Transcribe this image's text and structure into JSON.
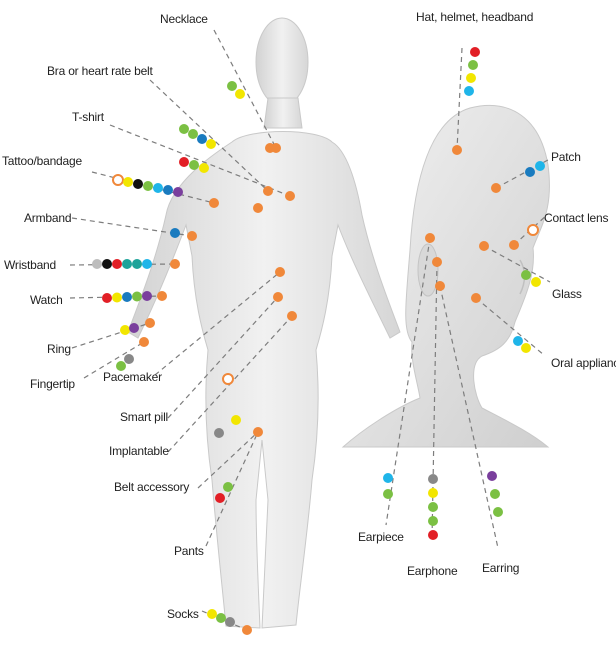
{
  "colors": {
    "orange": "#f0883a",
    "green": "#7bc043",
    "yellow": "#f2e600",
    "blue": "#1a7bbf",
    "cyan": "#1fb5e9",
    "red": "#e21f26",
    "purple": "#7a3f9d",
    "black": "#111111",
    "gray": "#888888",
    "lightgray": "#bdbdbd",
    "teal": "#1ea39a",
    "line": "#7d7d7d",
    "body": "#e4e4e4"
  },
  "labels": {
    "necklace": "Necklace",
    "bra": "Bra or heart rate belt",
    "tshirt": "T-shirt",
    "tattoo": "Tattoo/bandage",
    "armband": "Armband",
    "wristband": "Wristband",
    "watch": "Watch",
    "ring": "Ring",
    "fingertip": "Fingertip",
    "pacemaker": "Pacemaker",
    "smartpill": "Smart pill",
    "implantable": "Implantable",
    "belt": "Belt accessory",
    "pants": "Pants",
    "socks": "Socks",
    "hat": "Hat, helmet, headband",
    "patch": "Patch",
    "contact": "Contact lens",
    "glass": "Glass",
    "oral": "Oral appliance",
    "earpiece": "Earpiece",
    "earphone": "Earphone",
    "earring": "Earring"
  }
}
